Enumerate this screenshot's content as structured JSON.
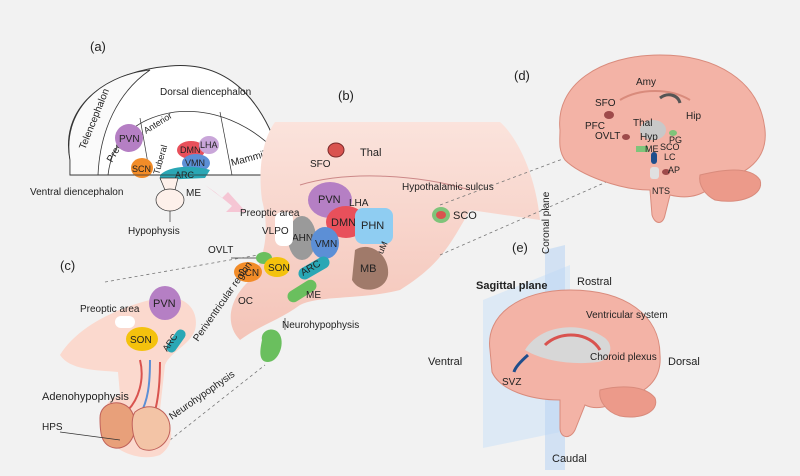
{
  "panel_a": {
    "tag": "(a)",
    "telencephalon": "Telencephalon",
    "dorsal_diencephalon": "Dorsal diencephalon",
    "preoptic": "Preoptic",
    "anterior": "Anterior",
    "tuberal": "Tuberal",
    "mammillary": "Mammillary",
    "pvn": "PVN",
    "dmn": "DMN",
    "lha": "LHA",
    "vmn": "VMN",
    "scn": "SCN",
    "arc": "ARC",
    "me": "ME",
    "ventral_diencephalon": "Ventral  diencephalon",
    "hypophysis": "Hypophysis"
  },
  "panel_b": {
    "tag": "(b)",
    "thal": "Thal",
    "sfo": "SFO",
    "hypothalamic_sulcus": "Hypothalamic sulcus",
    "sco": "SCO",
    "preoptic_area": "Preoptic area",
    "vlpo": "VLPO",
    "pvn": "PVN",
    "lha": "LHA",
    "dmn": "DMN",
    "phn": "PHN",
    "ahn": "AHN",
    "vmn": "VMN",
    "sum": "SuM",
    "mb": "MB",
    "ovlt": "OVLT",
    "scn": "SCN",
    "son": "SON",
    "arc": "ARC",
    "me": "ME",
    "oc": "OC",
    "neurohypophysis": "Neurohypophysis"
  },
  "panel_c": {
    "tag": "(c)",
    "preoptic_area": "Preoptic area",
    "pvn": "PVN",
    "son": "SON",
    "arc": "ARC",
    "periventricular": "Periventricular region",
    "adenohypophysis": "Adenohypophysis",
    "neurohypophysis": "Neurohypophysis",
    "hps": "HPS"
  },
  "panel_d": {
    "tag": "(d)",
    "sfo": "SFO",
    "amy": "Amy",
    "hip": "Hip",
    "thal": "Thal",
    "pfc": "PFC",
    "ovlt": "OVLT",
    "hyp": "Hyp",
    "pg": "PG",
    "me": "ME",
    "sco": "SCO",
    "lc": "LC",
    "ap": "AP",
    "nts": "NTS"
  },
  "panel_e": {
    "tag": "(e)",
    "coronal_plane": "Coronal plane",
    "sagittal_plane": "Sagittal plane",
    "rostral": "Rostral",
    "ventral": "Ventral",
    "dorsal": "Dorsal",
    "caudal": "Caudal",
    "ventricular_system": "Ventricular system",
    "choroid_plexus": "Choroid plexus",
    "svz": "SVZ"
  },
  "colors": {
    "pvn": "#b57fc4",
    "dmn": "#e8505b",
    "lha": "#c9a6d9",
    "vmn": "#5c8fd6",
    "scn": "#f28c28",
    "son": "#f4c20d",
    "arc": "#2aa7b5",
    "me": "#6abf5e",
    "phn": "#8fcdf2",
    "mb": "#a07a6a",
    "brain": "#f3b3a6",
    "cerebellum": "#ec9a8a"
  }
}
